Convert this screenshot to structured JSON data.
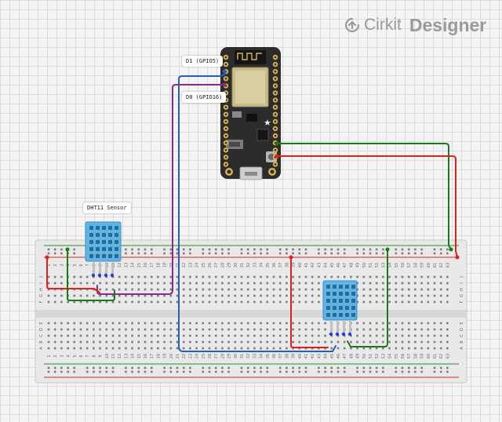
{
  "logo": {
    "brand_light": "Cirkit",
    "brand_bold": "Designer"
  },
  "labels": {
    "pin_d1": "D1 (GPIO5)",
    "pin_d0": "D0 (GPIO16)",
    "sensor_top": "DHT11 Sensor"
  },
  "breadboard": {
    "column_numbers": [
      "1",
      "2",
      "3",
      "4",
      "5",
      "6",
      "7",
      "8",
      "9",
      "10",
      "11",
      "12",
      "13",
      "14",
      "15",
      "16",
      "17",
      "18",
      "19",
      "20",
      "21",
      "22",
      "23",
      "24",
      "25",
      "26",
      "27",
      "28",
      "29",
      "30",
      "31",
      "32",
      "33",
      "34",
      "35",
      "36",
      "37",
      "38",
      "39",
      "40",
      "41",
      "42",
      "43",
      "44",
      "45",
      "46",
      "47",
      "48",
      "49",
      "50",
      "51",
      "52",
      "53",
      "54",
      "55",
      "56",
      "57",
      "58",
      "59",
      "60",
      "61",
      "62",
      "63"
    ],
    "row_letters_top": [
      "J",
      "I",
      "H",
      "G",
      "F"
    ],
    "row_letters_bottom": [
      "E",
      "D",
      "C",
      "B",
      "A"
    ]
  },
  "wire_colors": {
    "red": "#e0201c",
    "green": "#1a7a1a",
    "blue": "#2060c0",
    "purple": "#8a2a90"
  }
}
